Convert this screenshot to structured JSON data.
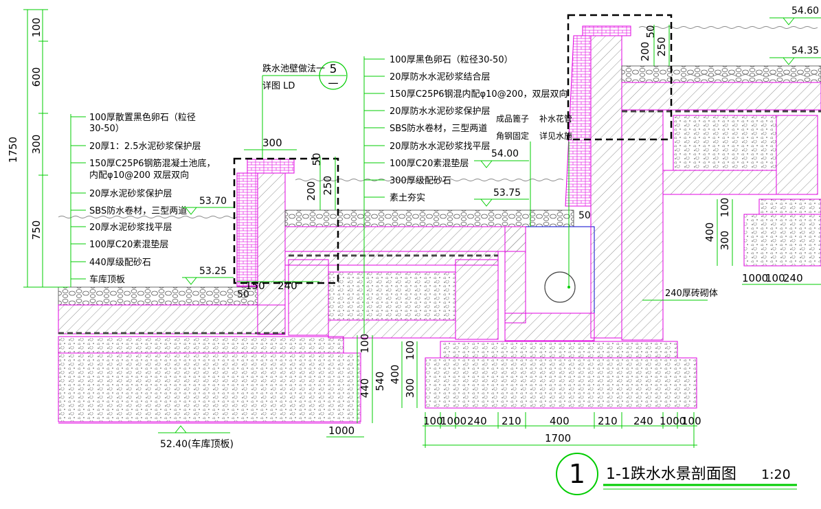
{
  "title": {
    "circle_no": "1",
    "name": "1-1跌水水景剖面图",
    "scale": "1:20"
  },
  "callout": {
    "label": "跌水池壁做法一",
    "ref": "详图 LD",
    "num_top": "5",
    "num_bottom": "一"
  },
  "left_notes": [
    "100厚散置黑色卵石（粒径",
    "30-50）",
    "20厚1：2.5水泥砂浆保护层",
    "150厚C25P6钢筋混凝土池底，",
    "内配φ10@200 双层双向",
    "20厚水泥砂浆保护层",
    "SBS防水卷材，三型两道",
    "20厚水泥砂浆找平层",
    "100厚C20素混垫层",
    "440厚级配砂石",
    "车库顶板"
  ],
  "mid_notes": [
    "100厚黑色卵石（粒径30-50）",
    "20厚防水水泥砂浆结合层",
    "150厚C25P6钢混内配φ10@200，双层双向",
    "20厚防水水泥砂浆保护层",
    "SBS防水卷材，三型两道",
    "20厚防水水泥砂浆找平层",
    "100厚C20素混垫层",
    "300厚级配砂石",
    "素土夯实"
  ],
  "right_notes": {
    "grate_1": "成品篦子",
    "grate_2": "角钢固定",
    "supply_1": "补水花管",
    "supply_2": "详见水施",
    "wall": "240厚砖砌体"
  },
  "elevations": [
    "54.60",
    "54.35",
    "54.00",
    "53.75",
    "53.70",
    "53.25",
    "52.40(车库顶板)"
  ],
  "dims": {
    "left": [
      "100",
      "600",
      "300",
      "750",
      "1750"
    ],
    "wall1": [
      "300",
      "50",
      "200",
      "250"
    ],
    "wall2": [
      "50",
      "200",
      "250"
    ],
    "base": [
      "150",
      "240",
      "50",
      "50"
    ],
    "center": [
      "100",
      "540",
      "440",
      "400",
      "300",
      "100"
    ],
    "right": [
      "400",
      "300",
      "100"
    ],
    "bottom": [
      "100",
      "1000",
      "240",
      "210",
      "400",
      "210",
      "240",
      "1000",
      "100"
    ],
    "bottom_right": [
      "1000",
      "100",
      "240"
    ],
    "total": "1700",
    "under": "1000"
  }
}
